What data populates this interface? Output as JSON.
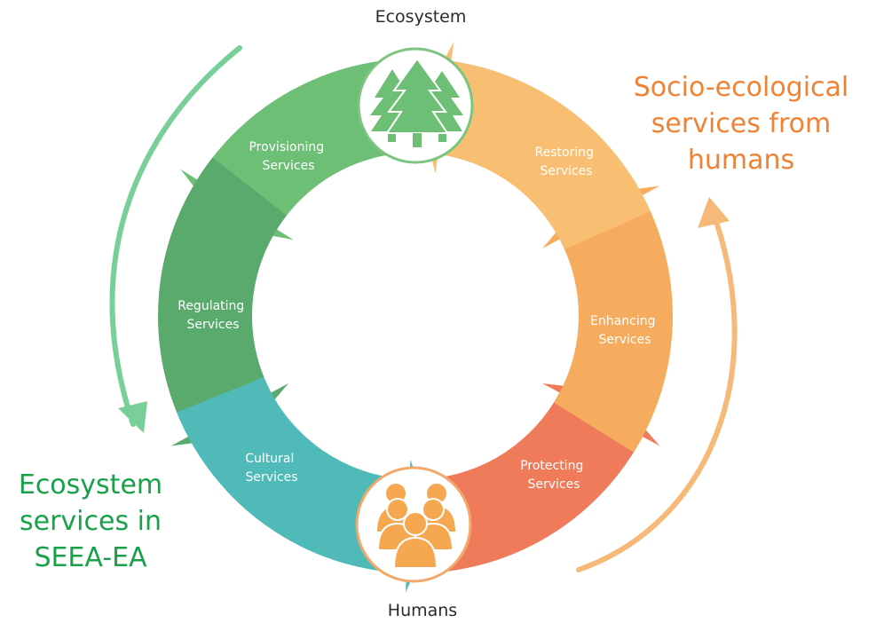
{
  "diagram": {
    "top_node": {
      "label": "Ecosystem",
      "icon": "trees-icon"
    },
    "bottom_node": {
      "label": "Humans",
      "icon": "people-icon"
    },
    "segments": [
      {
        "line1": "Provisioning",
        "line2": "Services",
        "color": "#6ebf76"
      },
      {
        "line1": "Regulating",
        "line2": "Services",
        "color": "#5aaa6e"
      },
      {
        "line1": "Cultural",
        "line2": "Services",
        "color": "#4fbab7"
      },
      {
        "line1": "Protecting",
        "line2": "Services",
        "color": "#f07b5a"
      },
      {
        "line1": "Enhancing",
        "line2": "Services",
        "color": "#f6ac5e"
      },
      {
        "line1": "Restoring",
        "line2": "Services",
        "color": "#f8bf73"
      }
    ],
    "icon_color": "#6ebf76",
    "people_color": "#f5a850",
    "node_border_color": "#7cc47f"
  },
  "captions": {
    "right": {
      "line1": "Socio-ecological",
      "line2": "services from",
      "line3": "humans",
      "color": "#f08234"
    },
    "left": {
      "line1": "Ecosystem",
      "line2": "services in",
      "line3": "SEEA-EA",
      "color": "#19a14a"
    }
  },
  "side_arrows": {
    "left_color": "#79cf9a",
    "right_color": "#f7b978"
  }
}
